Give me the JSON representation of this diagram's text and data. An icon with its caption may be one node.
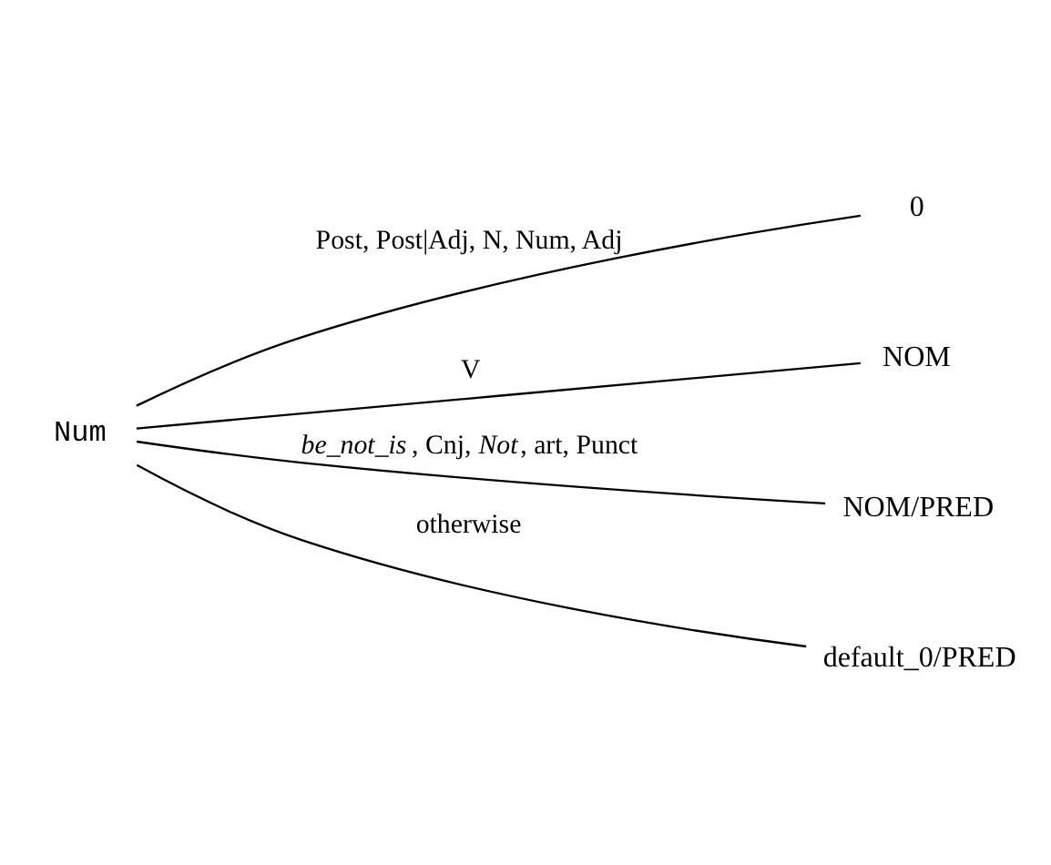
{
  "diagram": {
    "nodes": [
      {
        "text": [
          "Num"
        ]
      },
      {
        "text": [
          "0"
        ]
      },
      {
        "text": [
          "NOM"
        ]
      },
      {
        "text": [
          "NOM/PRED"
        ]
      },
      {
        "text": [
          "default_0/PRED"
        ]
      }
    ],
    "edges": [
      {
        "from": 0,
        "to": 1,
        "arrow": "none",
        "label": "Post, Post|Adj, N, Num, Adj"
      },
      {
        "from": 0,
        "to": 2,
        "arrow": "none",
        "label": "V"
      },
      {
        "from": 0,
        "to": 3,
        "arrow": "none",
        "label": "*be_not_is*, Cnj, *Not*, art, Punct"
      },
      {
        "from": 0,
        "to": 4,
        "arrow": "none",
        "label": "otherwise"
      }
    ]
  }
}
